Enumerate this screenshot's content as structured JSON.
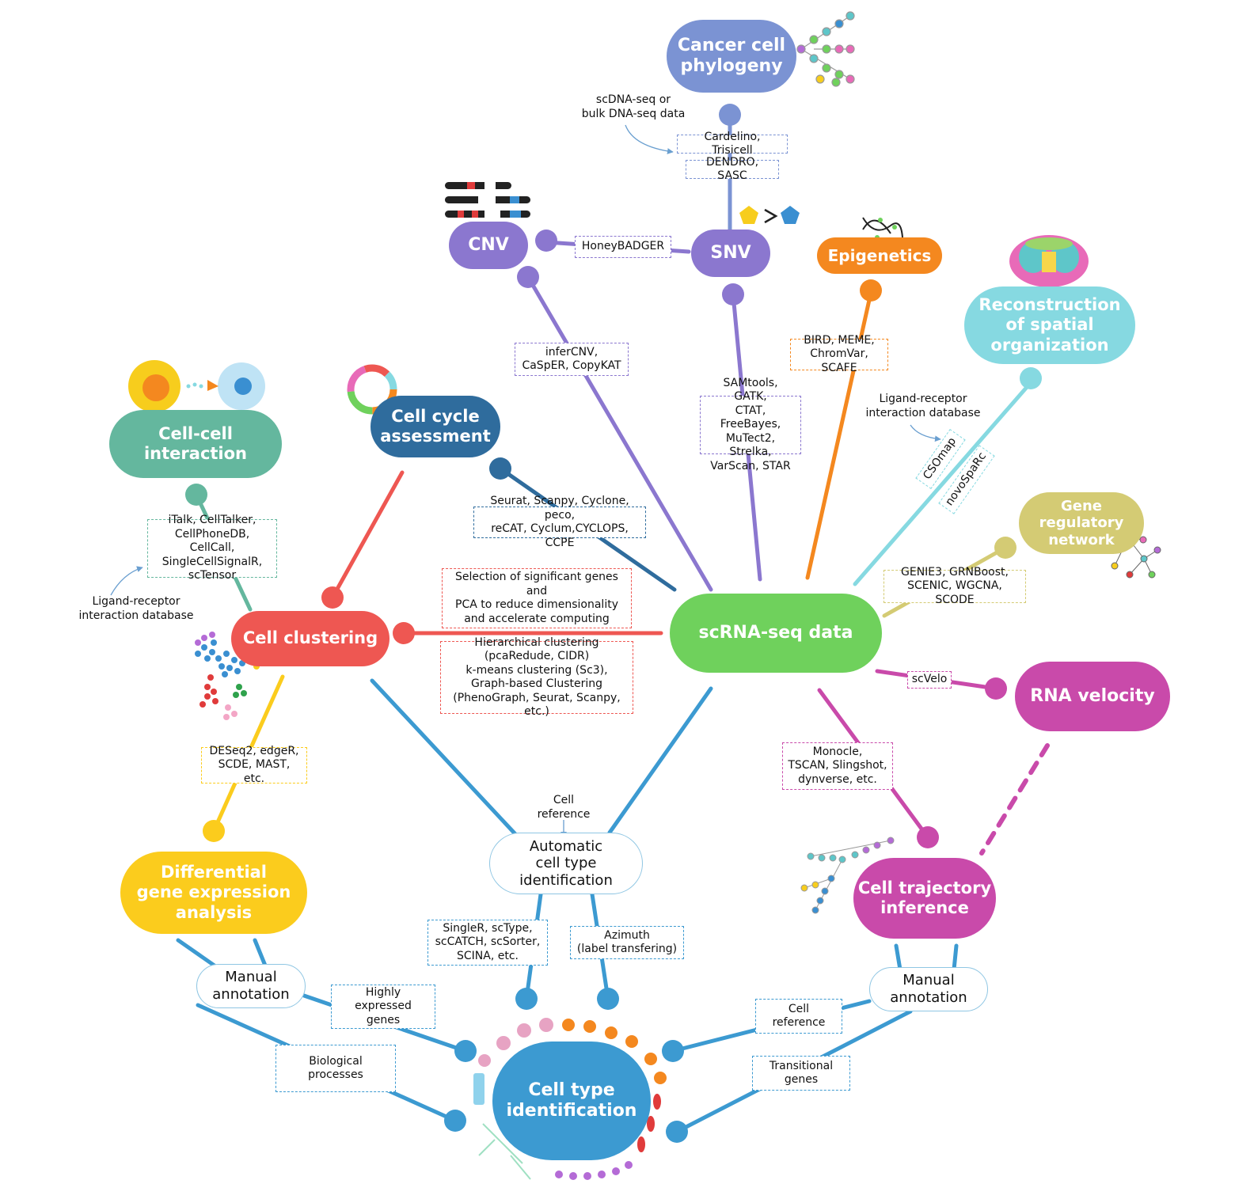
{
  "colors": {
    "purple": "#8b77cf",
    "phylogeny": "#7b93d3",
    "orange": "#f4881f",
    "cyan": "#86d9e1",
    "olive": "#d4cb74",
    "magenta": "#c94aaa",
    "green": "#6fd15c",
    "red": "#ee5752",
    "yellow": "#fbcc1d",
    "teal": "#64b79e",
    "navy": "#2f6c9d",
    "blue": "#3c9ad1"
  },
  "nodes": {
    "center": "scRNA-seq data",
    "phylogeny": "Cancer cell\nphylogeny",
    "cnv": "CNV",
    "snv": "SNV",
    "epigenetics": "Epigenetics",
    "spatial": "Reconstruction\nof spatial\norganization",
    "grn": "Gene\nregulatory\nnetwork",
    "velocity": "RNA velocity",
    "trajectory": "Cell trajectory\ninference",
    "cell_cycle": "Cell cycle\nassessment",
    "cell_cell": "Cell-cell\ninteraction",
    "clustering": "Cell clustering",
    "deg": "Differential\ngene expression\nanalysis",
    "auto_id": "Automatic\ncell type\nidentification",
    "manual_left": "Manual\nannotation",
    "manual_right": "Manual\nannotation",
    "cell_type": "Cell type\nidentification"
  },
  "tools": {
    "phylo_1": "Cardelino, Trisicell",
    "phylo_2": "DENDRO, SASC",
    "honeybadger": "HoneyBADGER",
    "infercnv": "inferCNV,\nCaSpER, CopyKAT",
    "snv": "SAMtools, GATK,\nCTAT, FreeBayes,\nMuTect2, Strelka,\nVarScan, STAR",
    "epi": "BIRD, MEME,\nChromVar, SCAFE",
    "csomap": "CSOmap",
    "novosparc": "novoSpaRc",
    "grn": "GENIE3, GRNBoost,\nSCENIC, WGCNA, SCODE",
    "scvelo": "scVelo",
    "trajectory": "Monocle,\nTSCAN, Slingshot,\ndynverse, etc.",
    "cellcycle": "Seurat, Scanpy, Cyclone, peco,\nreCAT, Cyclum,CYCLOPS, CCPE",
    "pca": "Selection of significant genes and\nPCA to reduce dimensionality\nand accelerate computing",
    "clustering": "Hierarchical clustering\n(pcaRedude, CIDR)\nk-means clustering (Sc3),\nGraph-based Clustering\n(PhenoGraph, Seurat, Scanpy, etc.)",
    "cellcell": "iTalk, CellTalker,\nCellPhoneDB, CellCall,\nSingleCellSignalR,\nscTensor",
    "deg": "DESeq2, edgeR,\nSCDE, MAST, etc.",
    "singler": "SingleR, scType,\nscCATCH, scSorter,\nSCINA, etc.",
    "azimuth": "Azimuth\n(label transfering)",
    "highly": "Highly\nexpressed\ngenes",
    "bio": "Biological\nprocesses",
    "cellref": "Cell\nreference",
    "transitional": "Transitional\ngenes"
  },
  "notes": {
    "dna": "scDNA-seq or\nbulk DNA-seq data",
    "ligand_right": "Ligand-receptor\ninteraction database",
    "ligand_left": "Ligand-receptor\ninteraction database",
    "cell_ref": "Cell\nreference"
  }
}
